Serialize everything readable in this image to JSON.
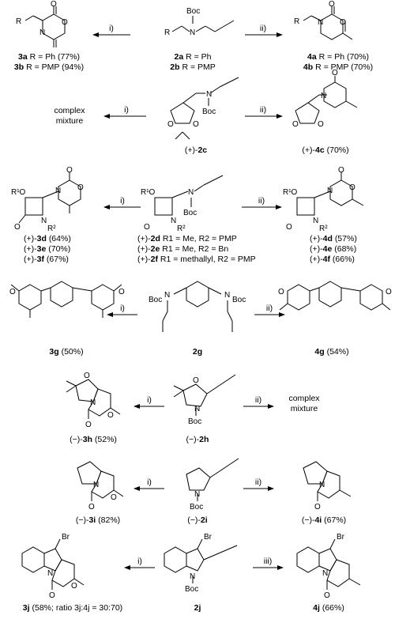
{
  "rows": [
    {
      "left_reagent": "i)",
      "right_reagent": "ii)",
      "center": {
        "compound": "2a",
        "note": "R = Ph",
        "compound2": "2b",
        "note2": "R = PMP"
      },
      "left": {
        "lines": [
          {
            "compound": "3a",
            "note": "R = Ph (77%)"
          },
          {
            "compound": "3b",
            "note": "R = PMP (94%)"
          }
        ]
      },
      "right": {
        "lines": [
          {
            "compound": "4a",
            "note": "R = Ph (70%)"
          },
          {
            "compound": "4b",
            "note": "R = PMP (70%)"
          }
        ]
      },
      "atom_labels": {
        "r": "R",
        "n": "N",
        "o": "O",
        "boc": "Boc"
      }
    },
    {
      "left_reagent": "i)",
      "right_reagent": "ii)",
      "center": {
        "prefix": "(+)-",
        "compound": "2c"
      },
      "left": {
        "text_line1": "complex",
        "text_line2": "mixture"
      },
      "right": {
        "prefix": "(+)-",
        "compound": "4c",
        "note": "(70%)"
      }
    },
    {
      "left_reagent": "i)",
      "right_reagent": "ii)",
      "center": {
        "lines": [
          {
            "prefix": "(+)-",
            "compound": "2d",
            "note": "R1 = Me, R2 = PMP"
          },
          {
            "prefix": "(+)-",
            "compound": "2e",
            "note": "R1 = Me, R2 = Bn"
          },
          {
            "prefix": "(+)-",
            "compound": "2f",
            "note": "R1 = methallyl, R2 = PMP"
          }
        ]
      },
      "left": {
        "lines": [
          {
            "prefix": "(+)-",
            "compound": "3d",
            "note": "(64%)"
          },
          {
            "prefix": "(+)-",
            "compound": "3e",
            "note": "(70%)"
          },
          {
            "prefix": "(+)-",
            "compound": "3f",
            "note": "(67%)"
          }
        ]
      },
      "right": {
        "lines": [
          {
            "prefix": "(+)-",
            "compound": "4d",
            "note": "(57%)"
          },
          {
            "prefix": "(+)-",
            "compound": "4e",
            "note": "(68%)"
          },
          {
            "prefix": "(+)-",
            "compound": "4f",
            "note": "(66%)"
          }
        ]
      }
    },
    {
      "left_reagent": "i)",
      "right_reagent": "ii)",
      "center": {
        "compound": "2g"
      },
      "left": {
        "compound": "3g",
        "note": "(50%)"
      },
      "right": {
        "compound": "4g",
        "note": "(54%)"
      }
    },
    {
      "left_reagent": "i)",
      "right_reagent": "ii)",
      "center": {
        "prefix": "(−)-",
        "compound": "2h"
      },
      "left": {
        "prefix": "(−)-",
        "compound": "3h",
        "note": "(52%)"
      },
      "right": {
        "text_line1": "complex",
        "text_line2": "mixture"
      }
    },
    {
      "left_reagent": "i)",
      "right_reagent": "ii)",
      "center": {
        "prefix": "(−)-",
        "compound": "2i"
      },
      "left": {
        "prefix": "(−)-",
        "compound": "3i",
        "note": "(82%)"
      },
      "right": {
        "prefix": "(−)-",
        "compound": "4i",
        "note": "(67%)"
      }
    },
    {
      "left_reagent": "i)",
      "right_reagent": "iii)",
      "center": {
        "compound": "2j"
      },
      "left": {
        "compound": "3j",
        "note": "(58%; ratio 3j:4j = 30:70)"
      },
      "right": {
        "compound": "4j",
        "note": "(66%)"
      },
      "atom_labels": {
        "br": "Br"
      }
    }
  ]
}
